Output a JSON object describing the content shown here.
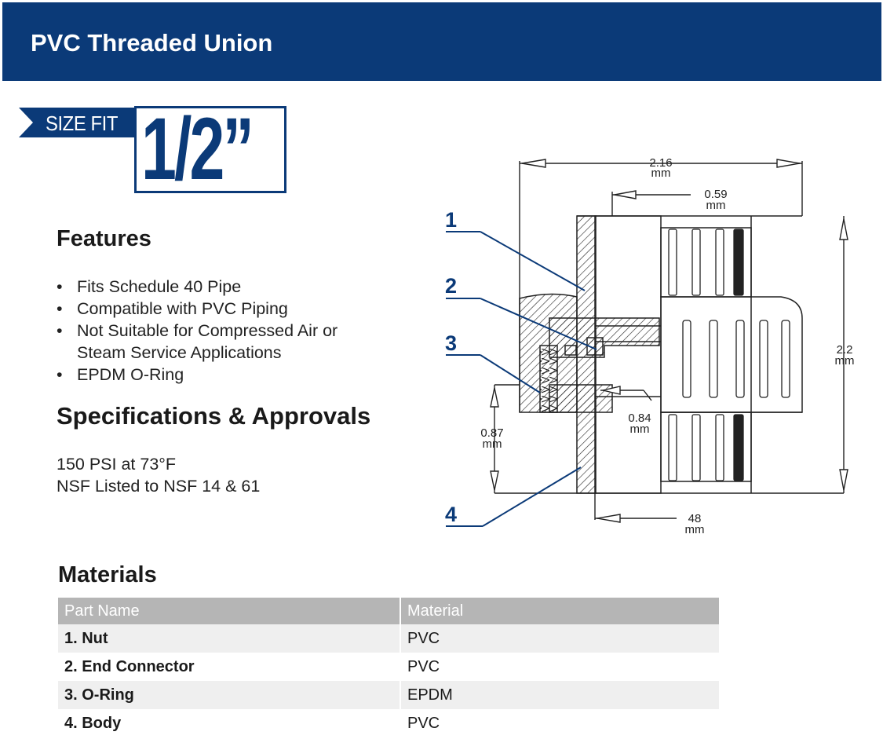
{
  "header": {
    "title": "PVC Threaded Union"
  },
  "size_fit": {
    "label": "SIZE FIT",
    "value": "1/2”"
  },
  "features": {
    "title": "Features",
    "items": [
      "Fits Schedule 40 Pipe",
      "Compatible with PVC Piping",
      "Not Suitable for Compressed Air or",
      "Steam Service Applications",
      "EPDM O-Ring"
    ]
  },
  "specs": {
    "title": "Specifications & Approvals",
    "lines": [
      "150 PSI at 73°F",
      "NSF Listed to NSF 14 & 61"
    ]
  },
  "diagram": {
    "callouts": [
      "1",
      "2",
      "3",
      "4"
    ],
    "dimensions": {
      "overall_width": "2.16",
      "end_connector": "0.59",
      "height": "2.2",
      "offset": "0.84",
      "socket": "0.87",
      "body": "48",
      "unit": "mm"
    }
  },
  "materials": {
    "title": "Materials",
    "headers": [
      "Part Name",
      "Material"
    ],
    "rows": [
      {
        "part": "1. Nut",
        "material": "PVC"
      },
      {
        "part": "2. End Connector",
        "material": "PVC"
      },
      {
        "part": "3. O-Ring",
        "material": "EPDM"
      },
      {
        "part": "4. Body",
        "material": "PVC"
      }
    ]
  },
  "colors": {
    "brand": "#0b3a78",
    "table_header": "#b5b5b5",
    "row_alt": "#efefef"
  }
}
